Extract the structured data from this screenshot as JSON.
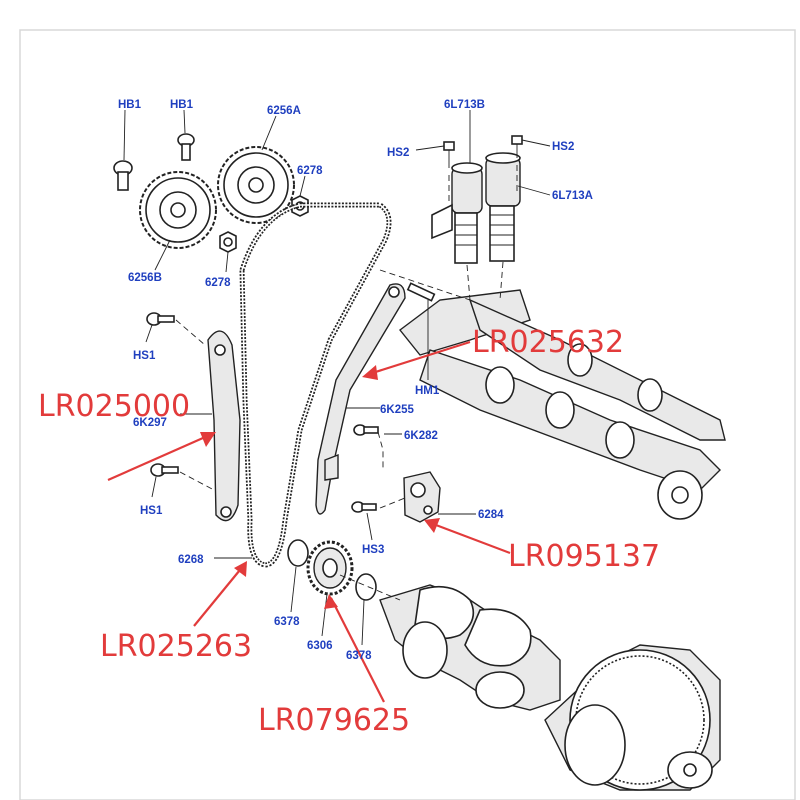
{
  "part_labels": {
    "hb1_left": "HB1",
    "hb1_right": "HB1",
    "p6256a": "6256A",
    "p6256b": "6256B",
    "p6278_top": "6278",
    "p6278_bottom": "6278",
    "p6l713b": "6L713B",
    "p6l713a": "6L713A",
    "hs2_left": "HS2",
    "hs2_right": "HS2",
    "hs1_top": "HS1",
    "hs1_bottom": "HS1",
    "hm1": "HM1",
    "p6k297": "6K297",
    "p6k255": "6K255",
    "p6k282": "6K282",
    "p6284": "6284",
    "hs3": "HS3",
    "p6268": "6268",
    "p6378_left": "6378",
    "p6378_right": "6378",
    "p6306": "6306"
  },
  "callouts": {
    "lr025632": "LR025632",
    "lr025000": "LR025000",
    "lr095137": "LR095137",
    "lr025263": "LR025263",
    "lr079625": "LR079625"
  },
  "colors": {
    "label_blue": "#1f3fbf",
    "callout_red": "#e23b3b",
    "line_black": "#222222"
  }
}
